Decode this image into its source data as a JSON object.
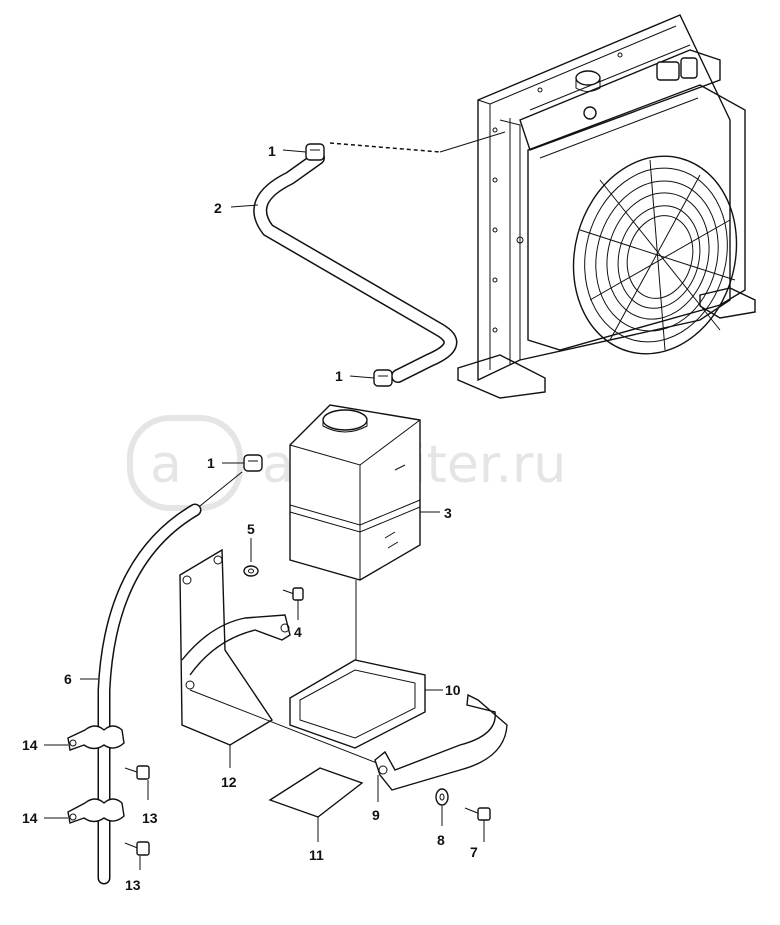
{
  "watermark": {
    "text": "autopiter.ru",
    "logo_text": "a"
  },
  "callouts": [
    {
      "id": "c1a",
      "label": "1"
    },
    {
      "id": "c2",
      "label": "2"
    },
    {
      "id": "c1b",
      "label": "1"
    },
    {
      "id": "c1c",
      "label": "1"
    },
    {
      "id": "c3",
      "label": "3"
    },
    {
      "id": "c5",
      "label": "5"
    },
    {
      "id": "c4",
      "label": "4"
    },
    {
      "id": "c6",
      "label": "6"
    },
    {
      "id": "c10",
      "label": "10"
    },
    {
      "id": "c14a",
      "label": "14"
    },
    {
      "id": "c13a",
      "label": "13"
    },
    {
      "id": "c12",
      "label": "12"
    },
    {
      "id": "c9",
      "label": "9"
    },
    {
      "id": "c14b",
      "label": "14"
    },
    {
      "id": "c8",
      "label": "8"
    },
    {
      "id": "c7",
      "label": "7"
    },
    {
      "id": "c11",
      "label": "11"
    },
    {
      "id": "c13b",
      "label": "13"
    }
  ],
  "colors": {
    "line": "#111111",
    "watermark": "#cfcfcf",
    "background": "#ffffff"
  }
}
